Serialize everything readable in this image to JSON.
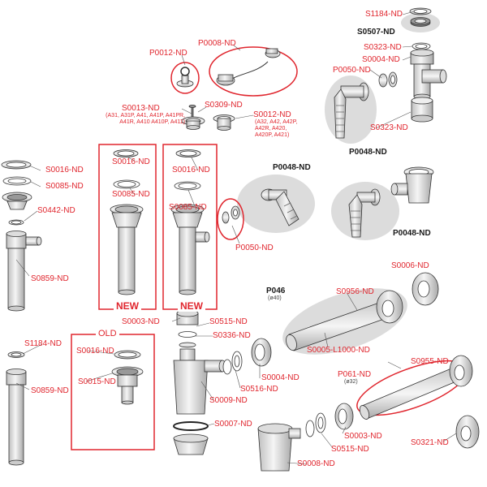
{
  "colors": {
    "accent_red": "#e0262e",
    "part_fill": "#e8e8e8",
    "part_stroke": "#333333",
    "highlight_fill": "#dcdcdc"
  },
  "labels": {
    "s1184_top": "S1184-ND",
    "s0507": "S0507-ND",
    "s0323_top": "S0323-ND",
    "s0004_top": "S0004-ND",
    "p0050_top": "P0050-ND",
    "s0323_bot": "S0323-ND",
    "p0048_top": "P0048-ND",
    "p0012": "P0012-ND",
    "p0008": "P0008-ND",
    "s0013": "S0013-ND",
    "s0309": "S0309-ND",
    "s0012": "S0012-ND",
    "s0016_left": "S0016-ND",
    "s0085_left": "S0085-ND",
    "s0442": "S0442-ND",
    "s0859_left": "S0859-ND",
    "s0016_mid1": "S0016-ND",
    "s0085_mid1": "S0085-ND",
    "s0016_mid2": "S0016-ND",
    "s0085_mid2": "S0085-ND",
    "p0048_mid": "P0048-ND",
    "p0050_mid": "P0050-ND",
    "p0048_right": "P0048-ND",
    "s0006": "S0006-ND",
    "p046": "P046",
    "s0956": "S0956-ND",
    "s0005": "S0005-L1000-ND",
    "s0003_mid": "S0003-ND",
    "s0515_mid": "S0515-ND",
    "s0336": "S0336-ND",
    "s0004_mid": "S0004-ND",
    "s0516": "S0516-ND",
    "s0009": "S0009-ND",
    "s0007": "S0007-ND",
    "s1184_left": "S1184-ND",
    "s0859_left2": "S0859-ND",
    "s0016_old": "S0016-ND",
    "s0015_old": "S0015-ND",
    "s0955": "S0955-ND",
    "p061": "P061-ND",
    "s0003_bot": "S0003-ND",
    "s0515_bot": "S0515-ND",
    "s0008": "S0008-ND",
    "s0321": "S0321-ND"
  },
  "sublabels": {
    "s0013_models": "(A31, A31P, A41, A41P, A41PR, A41R, A410 A410P, A411)",
    "s0012_models": "(A32, A42, A42P, A42R, A420, A420P, A421)",
    "p046_dia": "(ø40)",
    "p061_dia": "(ø32)"
  },
  "boxes": {
    "new_a": "NEW",
    "new_b": "NEW",
    "old": "OLD"
  }
}
